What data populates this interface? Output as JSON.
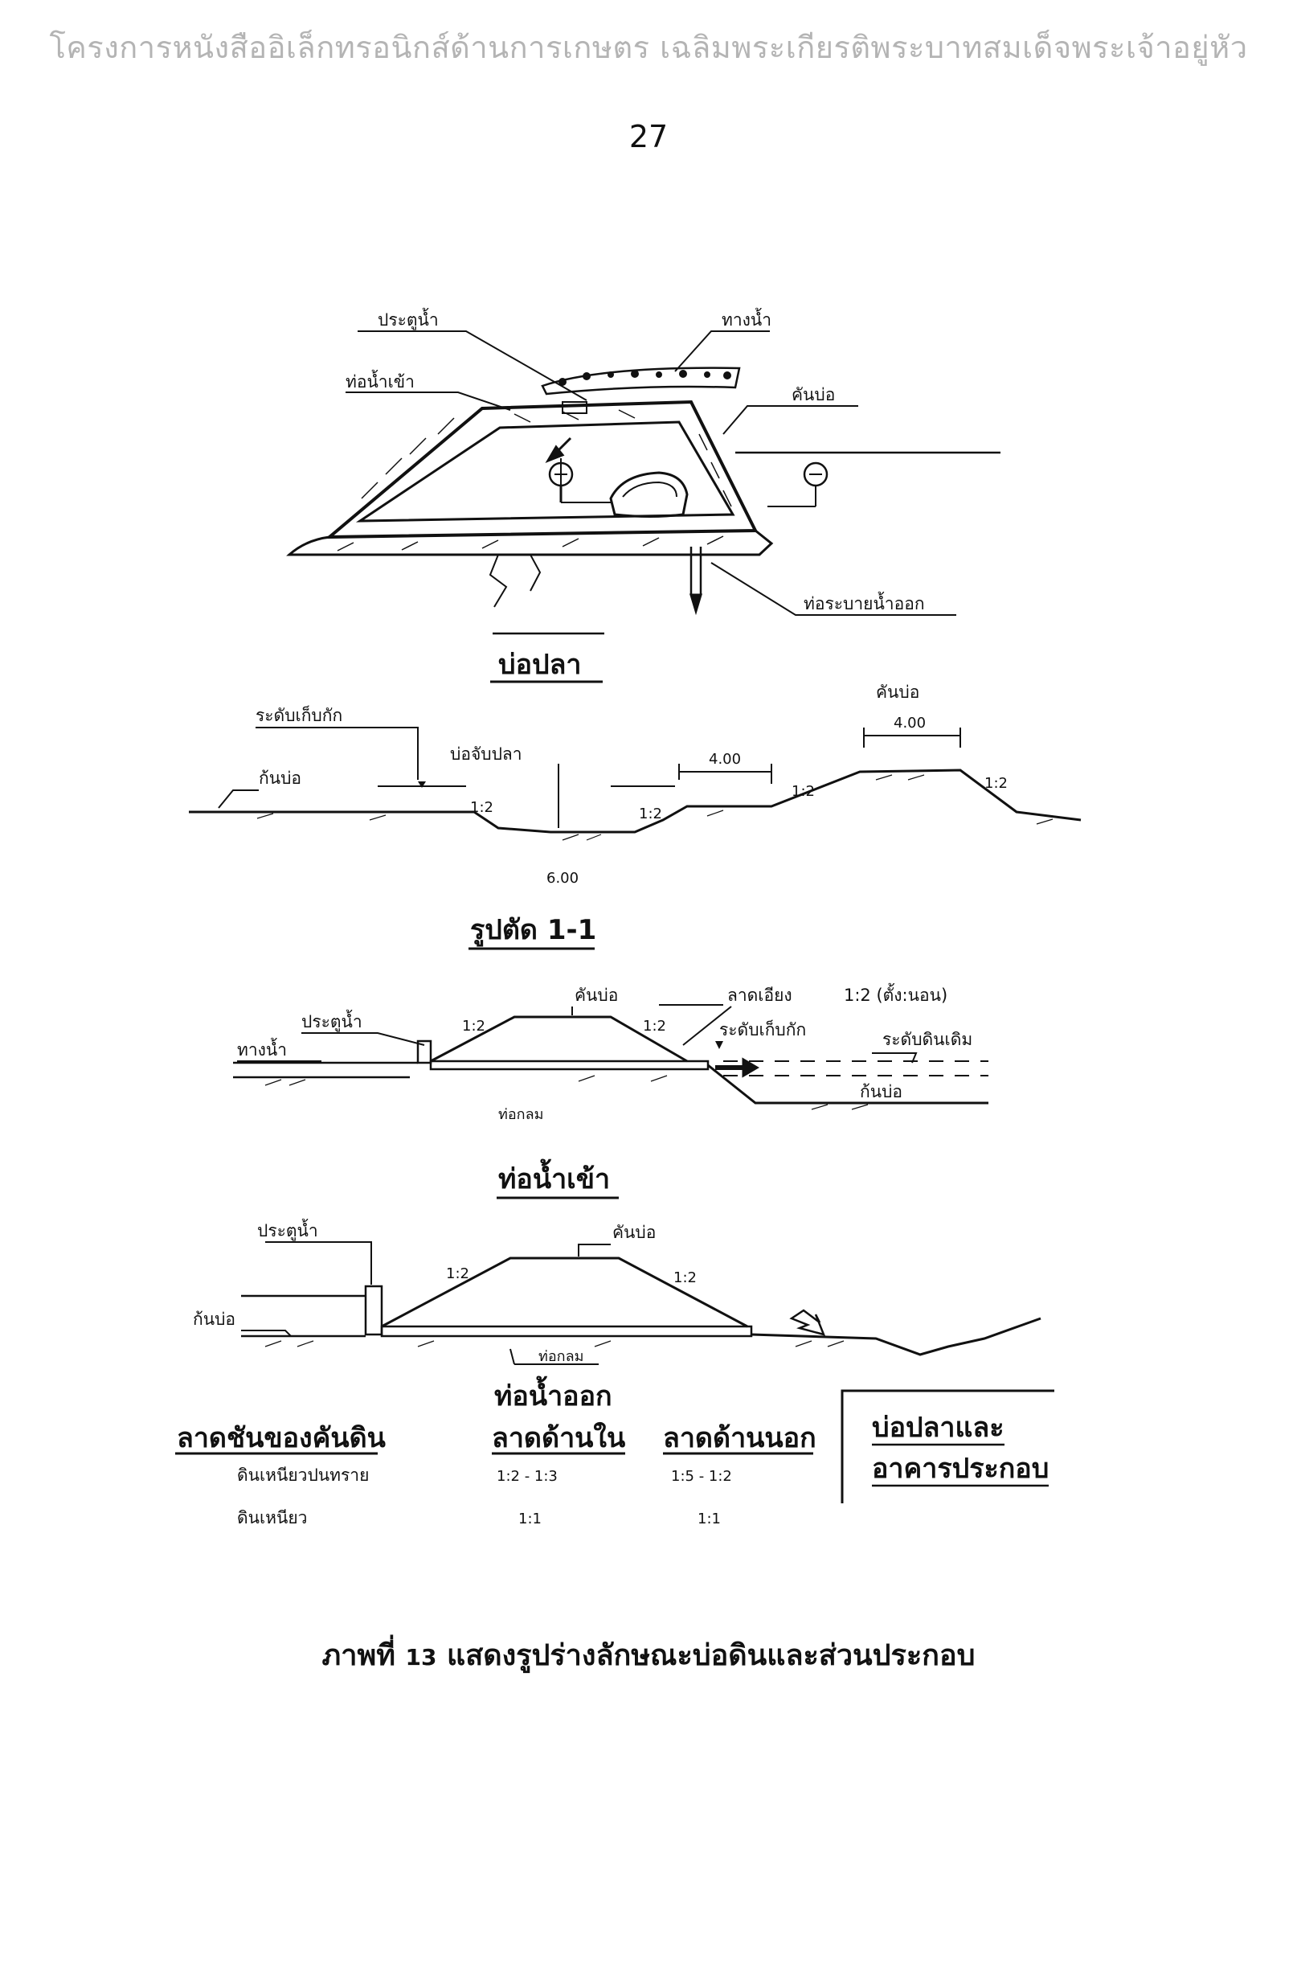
{
  "header": {
    "running_title": "โครงการหนังสืออิเล็กทรอนิกส์ด้านการเกษตร เฉลิมพระเกียรติพระบาทสมเด็จพระเจ้าอยู่หัว",
    "page_number": "27"
  },
  "plan": {
    "title": "บ่อปลา",
    "labels": {
      "gate": "ประตูน้ำ",
      "waterway": "ทางน้ำ",
      "inlet": "ท่อน้ำเข้า",
      "dike": "คันบ่อ",
      "outlet_drain": "ท่อระบายน้ำออก"
    }
  },
  "section_1": {
    "title": "รูปตัด  1-1",
    "labels": {
      "dike": "คันบ่อ",
      "harvest_level": "ระดับเก็บกัก",
      "catch_basin": "บ่อจับปลา",
      "pond_bottom": "ก้นบ่อ"
    },
    "dimensions": {
      "dike_top": "4.00",
      "berm": "4.00",
      "basin_width": "6.00"
    },
    "slopes": [
      "1:2",
      "1:2",
      "1:2",
      "1:2"
    ]
  },
  "inlet": {
    "title": "ท่อน้ำเข้า",
    "labels": {
      "dike": "คันบ่อ",
      "slope_ratio": "ลาดเอียง",
      "slope_value": "1:2 (ตั้ง:นอน)",
      "gate": "ประตูน้ำ",
      "harvest_level": "ระดับเก็บกัก",
      "original_ground": "ระดับดินเดิม",
      "waterway": "ทางน้ำ",
      "pond_bottom": "ก้นบ่อ",
      "pipe": "ท่อกลม"
    },
    "slopes": [
      "1:2",
      "1:2"
    ]
  },
  "outlet": {
    "title": "ท่อน้ำออก",
    "labels": {
      "gate": "ประตูน้ำ",
      "dike": "คันบ่อ",
      "pond_bottom": "ก้นบ่อ",
      "pipe": "ท่อกลม"
    },
    "slopes": [
      "1:2",
      "1:2"
    ]
  },
  "slope_table": {
    "headers": [
      "ลาดชันของคันดิน",
      "ลาดด้านใน",
      "ลาดด้านนอก"
    ],
    "rows": [
      {
        "soil": "ดินเหนียวปนทราย",
        "inner": "1:2 - 1:3",
        "outer": "1:5 - 1:2"
      },
      {
        "soil": "ดินเหนียว",
        "inner": "1:1",
        "outer": "1:1"
      }
    ]
  },
  "legend_box": {
    "line1": "บ่อปลาและ",
    "line2": "อาคารประกอบ"
  },
  "caption": {
    "prefix": "ภาพที่",
    "number": "13",
    "text": "แสดงรูปร่างลักษณะบ่อดินและส่วนประกอบ"
  }
}
